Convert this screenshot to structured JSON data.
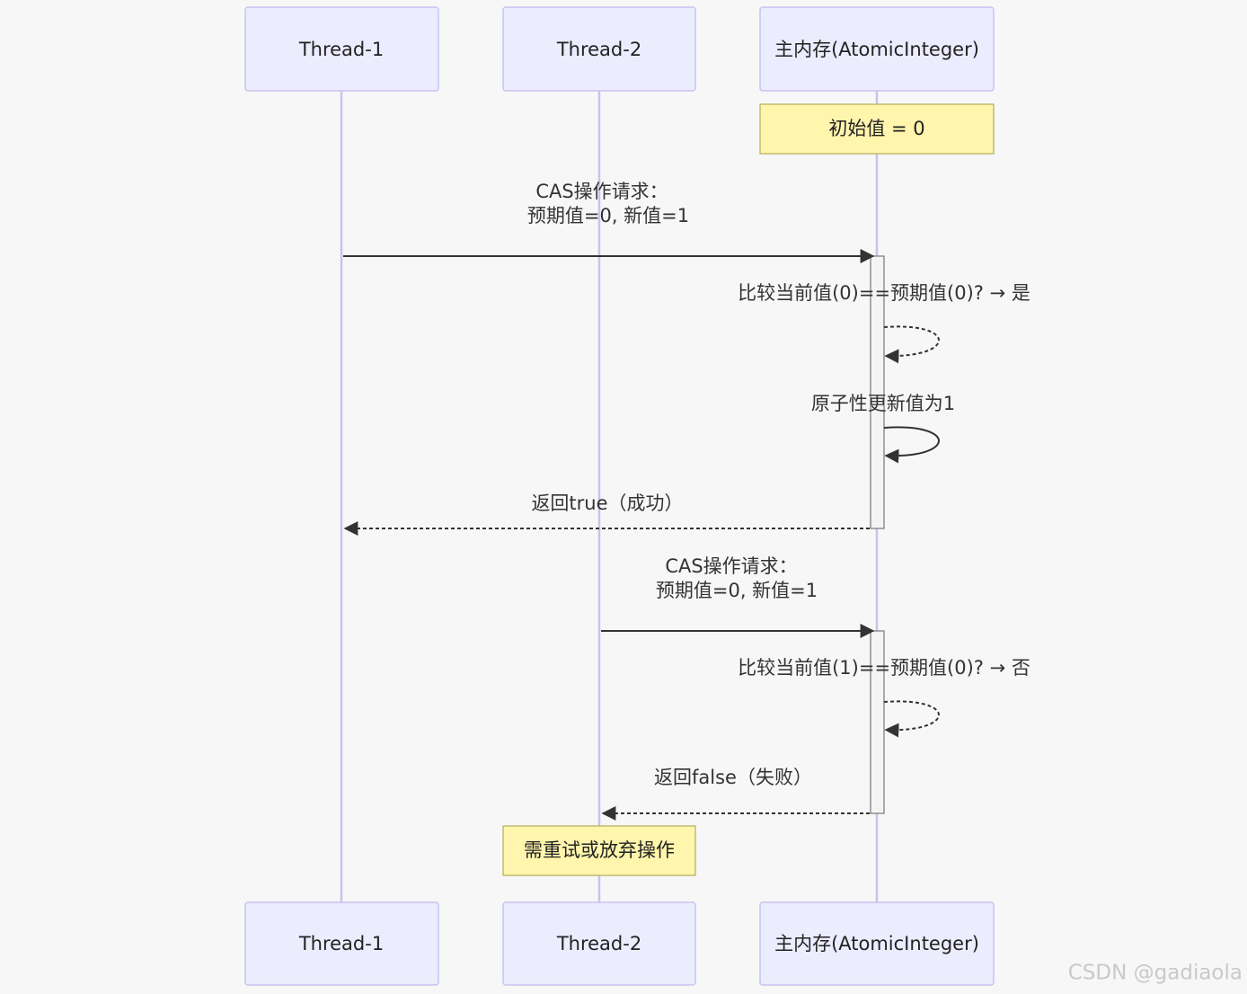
{
  "participants": {
    "t1": "Thread-1",
    "t2": "Thread-2",
    "mem": "主内存(AtomicInteger)"
  },
  "notes": {
    "initial": "初始值 = 0",
    "retry": "需重试或放弃操作"
  },
  "messages": {
    "cas1_line1": "CAS操作请求：",
    "cas1_line2": "预期值=0, 新值=1",
    "compare_ok": "比较当前值(0)==预期值(0)? → 是",
    "atomic_update": "原子性更新值为1",
    "return_true": "返回true（成功）",
    "cas2_line1": "CAS操作请求：",
    "cas2_line2": "预期值=0, 新值=1",
    "compare_fail": "比较当前值(1)==预期值(0)? → 否",
    "return_false": "返回false（失败）"
  },
  "watermark": "CSDN @gadiaola",
  "colors": {
    "actor_fill": "#ececff",
    "actor_border": "#c7c4ef",
    "lifeline": "#c9c3ea",
    "note_fill": "#fff5ad",
    "note_border": "#b5ad56",
    "background": "#f7f7f7"
  }
}
